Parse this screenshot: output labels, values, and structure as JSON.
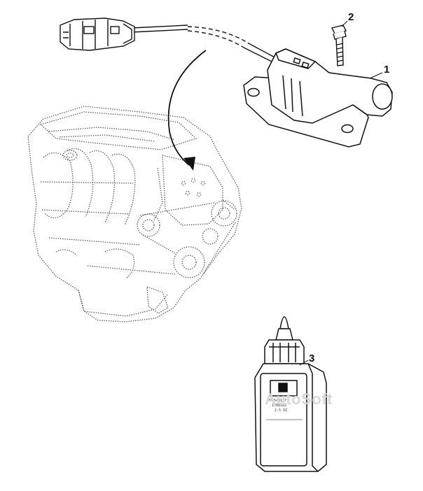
{
  "callouts": {
    "part1": "1",
    "part2": "2",
    "part3": "3"
  },
  "watermark": "AutoSoft",
  "bottle_label": {
    "line1": "#90543117",
    "line2": "1788162",
    "line3": "2.5 OZ"
  },
  "colors": {
    "ink": "#111111",
    "dotted_ink": "#555555",
    "watermark": "#d8d8d8",
    "background": "#ffffff"
  }
}
